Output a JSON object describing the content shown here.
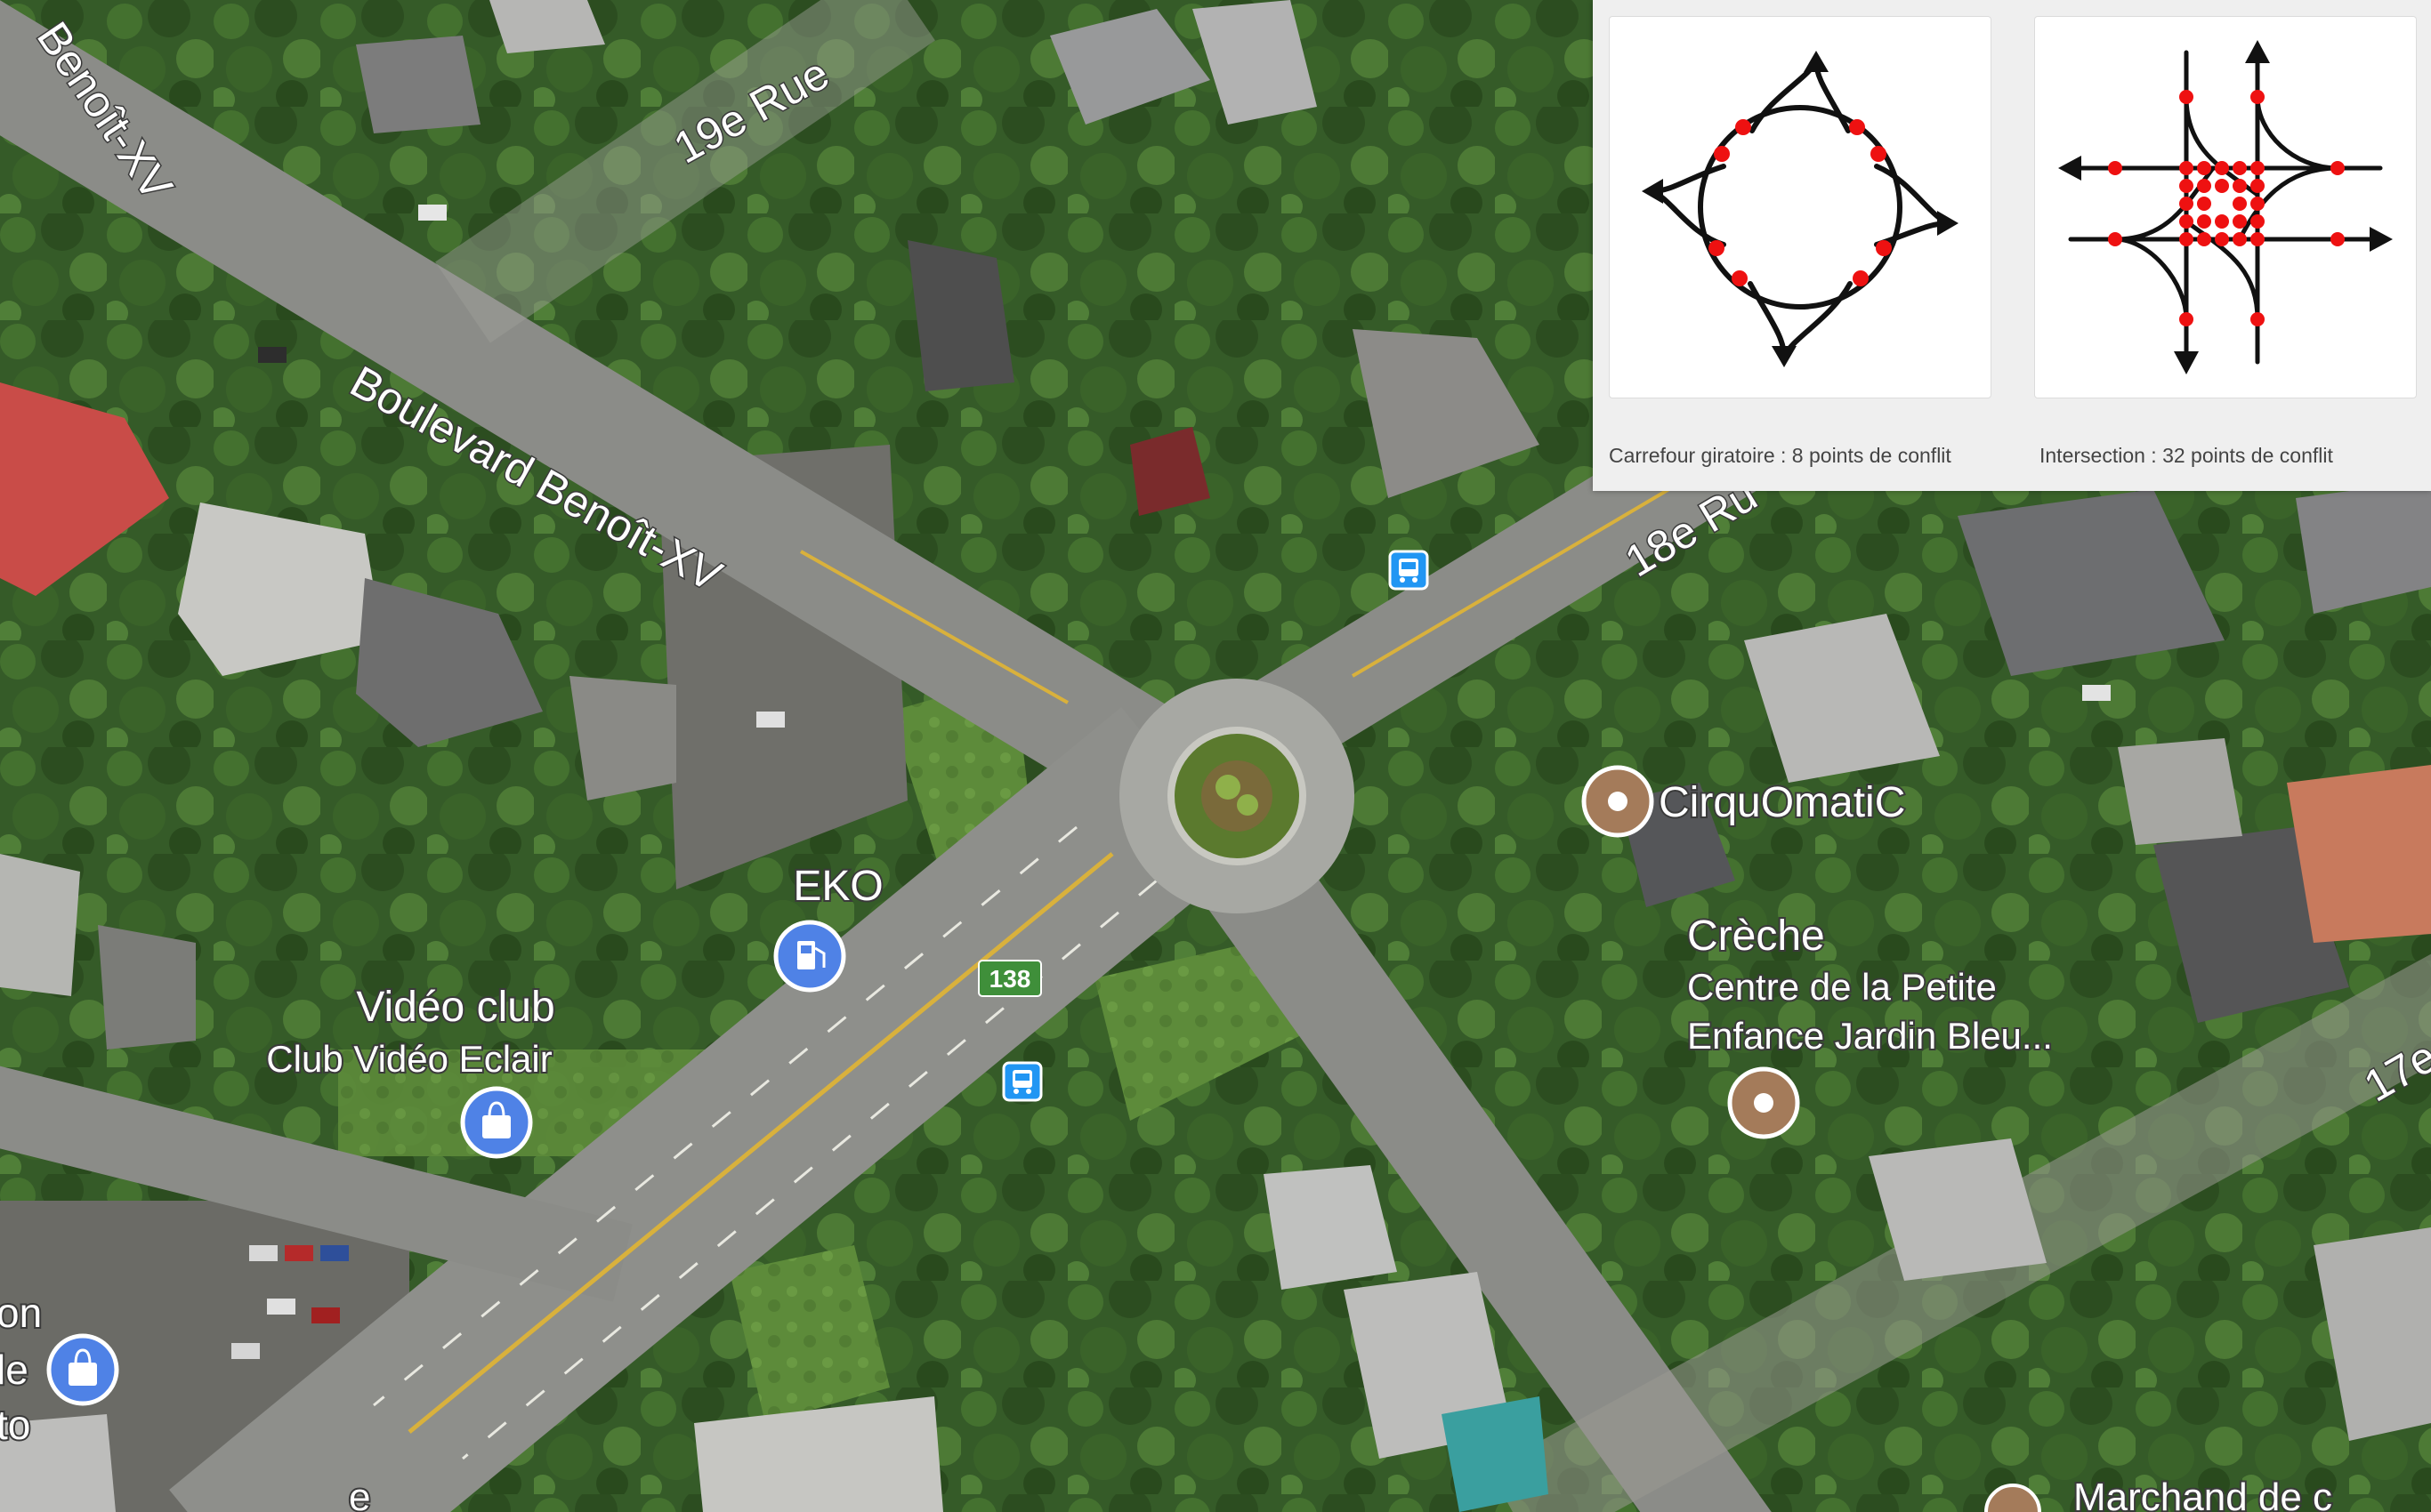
{
  "map": {
    "streets": {
      "benoit_xv_top": "Benoît-XV",
      "rue_19e": "19e Rue",
      "boulevard_benoit_xv": "Boulevard Benoît-XV",
      "rue_18e": "18e Ru",
      "rue_17e": "17e",
      "road_shield": "138"
    },
    "pois": {
      "eko": "EKO",
      "video_club": "Vidéo club",
      "club_video_eclair": "Club Vidéo Eclair",
      "cirquomatic": "CirquOmatiC",
      "creche": "Crèche",
      "creche_name_line1": "Centre de la Petite",
      "creche_name_line2": "Enfance Jardin Bleu...",
      "left_partial_1": "on",
      "left_partial_2": "le",
      "left_partial_3": "to",
      "bottom_right_partial": "Marchand de c",
      "bottom_partial": "e"
    },
    "icons": {
      "gas": "gas-station-icon",
      "shopping": "shopping-bag-icon",
      "poi": "place-icon",
      "bus": "bus-stop-icon"
    },
    "colors": {
      "poi_brown": "#a47b5a",
      "shop_blue": "#4f82e6",
      "bus_blue": "#2196f3",
      "shield_green": "#3f8f3a",
      "conflict_red": "#ee1111"
    }
  },
  "inset": {
    "roundabout_caption": "Carrefour giratoire : 8 points de conflit",
    "intersection_caption": "Intersection : 32 points de conflit",
    "roundabout_conflict_points": 8,
    "intersection_conflict_points": 32
  }
}
